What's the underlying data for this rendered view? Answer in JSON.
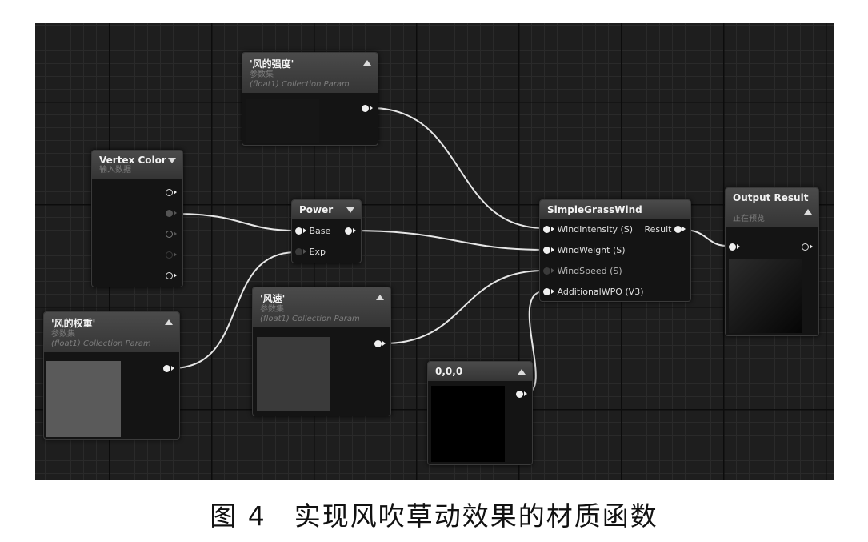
{
  "nodes": {
    "wind_intensity": {
      "title": "'风的强度'",
      "subtitle": "参数集",
      "type_label": "(float1) Collection Param"
    },
    "vertex_color": {
      "title": "Vertex Color",
      "subtitle": "输入数据"
    },
    "power": {
      "title": "Power",
      "pin_base": "Base",
      "pin_exp": "Exp"
    },
    "wind_weight": {
      "title": "'风的权重'",
      "subtitle": "参数集",
      "type_label": "(float1) Collection Param"
    },
    "wind_speed": {
      "title": "'风速'",
      "subtitle": "参数集",
      "type_label": "(float1) Collection Param"
    },
    "constant": {
      "title": "0,0,0"
    },
    "simple_grass_wind": {
      "title": "SimpleGrassWind",
      "inputs": [
        "WindIntensity (S)",
        "WindWeight (S)",
        "WindSpeed (S)",
        "AdditionalWPO (V3)"
      ],
      "output": "Result"
    },
    "output_result": {
      "title": "Output Result",
      "subtitle": "正在预览"
    }
  },
  "colors": {
    "graph_background": "#1e1e1e",
    "wind_weight_preview": "#5a5a5a",
    "wind_speed_preview": "#3a3a3a",
    "constant_preview": "#000000"
  },
  "caption": "图 4　实现风吹草动效果的材质函数"
}
